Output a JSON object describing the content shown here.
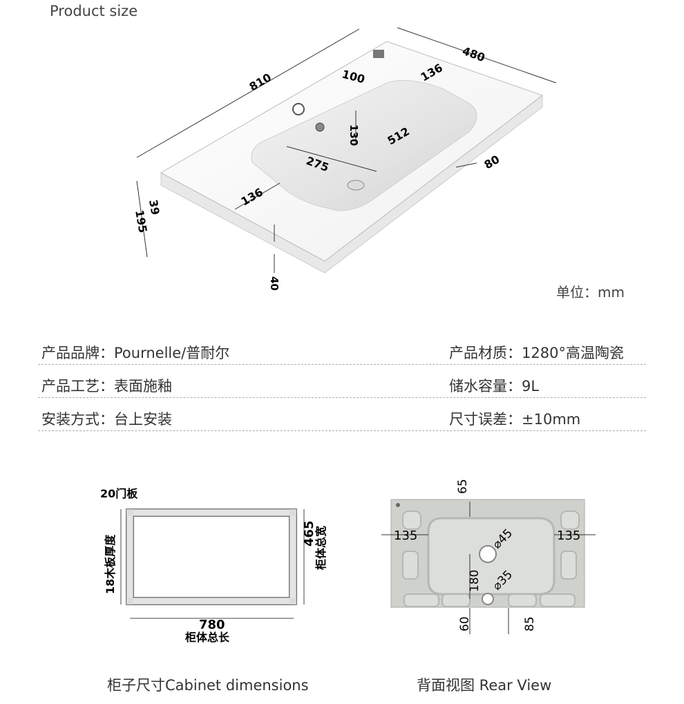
{
  "header": {
    "title": "Product size",
    "unit": "单位：mm"
  },
  "top_diagram": {
    "dims": {
      "length": "810",
      "width": "480",
      "d100": "100",
      "d136_top": "136",
      "d130": "130",
      "d512": "512",
      "d275": "275",
      "d136_bottom": "136",
      "d80": "80",
      "d39": "39",
      "d195": "195",
      "d40": "40"
    }
  },
  "specs": {
    "brand": "产品品牌：Pournelle/普耐尔",
    "material": "产品材质：1280°高温陶瓷",
    "craft": "产品工艺：表面施釉",
    "capacity": "储水容量：9L",
    "install": "安装方式：台上安装",
    "tolerance": "尺寸误差：±10mm"
  },
  "cabinet": {
    "door": "20门板",
    "board": "18木板厚度",
    "width": "465",
    "width_label": "柜体总宽",
    "length": "780",
    "length_label": "柜体总长",
    "caption": "柜子尺寸Cabinet dimensions"
  },
  "rear": {
    "d65": "65",
    "d135_left": "135",
    "d135_right": "135",
    "d45": "⌀45",
    "d180": "180",
    "d35": "⌀35",
    "d60": "60",
    "d85": "85",
    "caption": "背面视图 Rear View"
  }
}
